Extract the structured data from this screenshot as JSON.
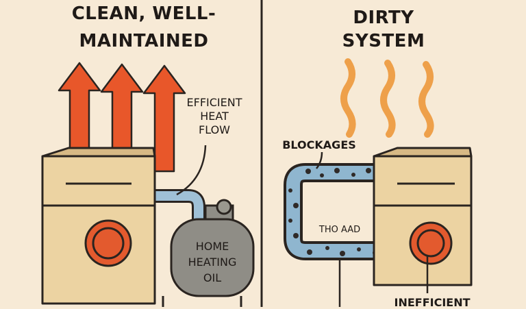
{
  "left_panel": {
    "title_line1": "CLEAN, WELL-",
    "title_line2": "MAINTAINED",
    "annotation_lines": [
      "EFFICIENT",
      "HEAT",
      "FLOW"
    ],
    "tank_label_lines": [
      "HOME",
      "HEATING",
      "OIL"
    ],
    "colors": {
      "heat_arrow": "#e8572a",
      "furnace_body": "#ecd3a2",
      "tank": "#8f8d86",
      "burner": "#e35a2e"
    }
  },
  "right_panel": {
    "title_line1": "DIRTY",
    "title_line2": "SYSTEM",
    "blockage_label": "BLOCKAGES",
    "pipe_text": "THO AAD",
    "bottom_label": "INEFFICIENT",
    "colors": {
      "heat_wave": "#eea04a",
      "pipe": "#8fb6cf"
    }
  },
  "icons": [
    "heat-arrow-icon",
    "heat-wave-icon",
    "furnace-icon",
    "oil-tank-icon",
    "burner-icon"
  ]
}
